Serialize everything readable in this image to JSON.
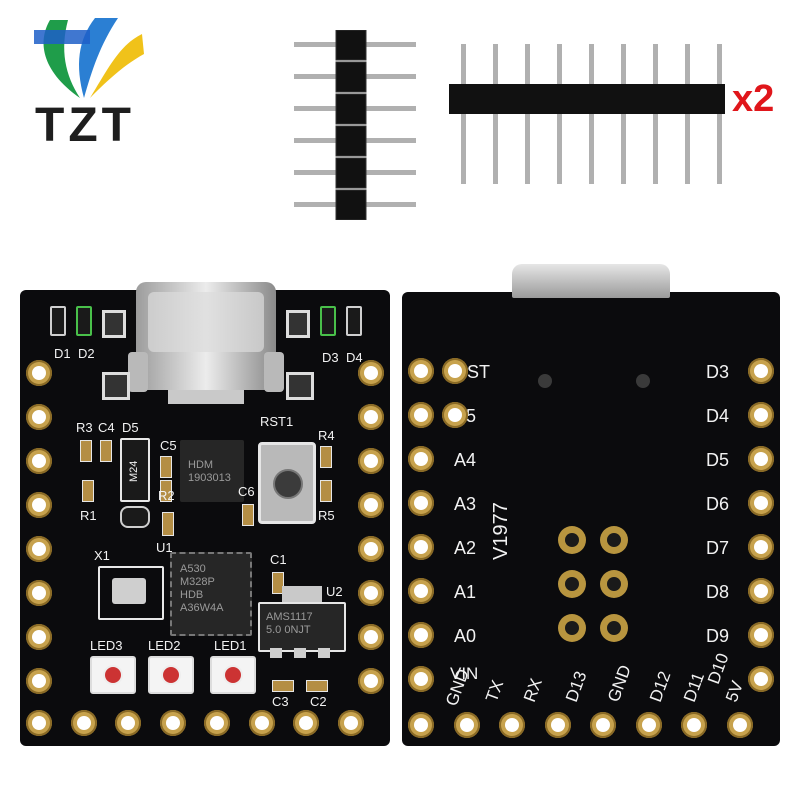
{
  "brand": {
    "logo_text": "TZT"
  },
  "multiplier": "x2",
  "front": {
    "labels": {
      "d1": "D1",
      "d2": "D2",
      "d3": "D3",
      "d4": "D4",
      "r3": "R3",
      "c4": "C4",
      "d5": "D5",
      "c5": "C5",
      "r1": "R1",
      "r2": "R2",
      "u1": "U1",
      "x1": "X1",
      "rst1": "RST1",
      "r4": "R4",
      "r5": "R5",
      "c6": "C6",
      "c1": "C1",
      "u2": "U2",
      "c3": "C3",
      "c2": "C2",
      "led3": "LED3",
      "led2": "LED2",
      "led1": "LED1",
      "diode": "M24"
    },
    "chip_mcu": [
      "A530",
      "M328P",
      "HDB",
      "A36W4A"
    ],
    "chip_usb": [
      "HDM",
      "1903013"
    ],
    "chip_reg": [
      "AMS1117",
      "5.0 0NJT"
    ]
  },
  "back": {
    "left_pins": [
      "RST",
      "A5",
      "A4",
      "A3",
      "A2",
      "A1",
      "A0"
    ],
    "right_pins": [
      "D3",
      "D4",
      "D5",
      "D6",
      "D7",
      "D8",
      "D9"
    ],
    "bottom_pins": [
      "VIN",
      "GND",
      "TX",
      "RX",
      "D13",
      "GND",
      "D12",
      "D11",
      "D10",
      "5V"
    ],
    "board_id": "V1977"
  }
}
